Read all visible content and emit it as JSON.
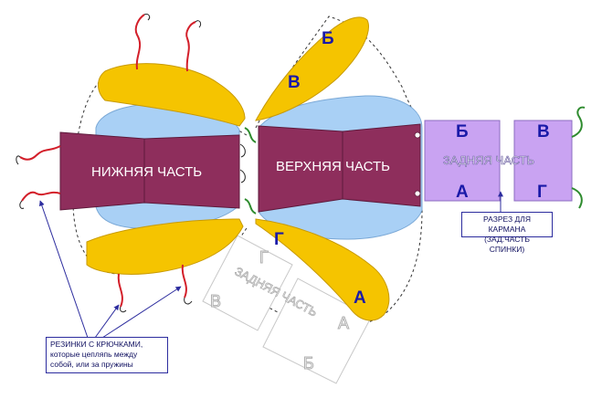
{
  "parts": {
    "lower_part": "НИЖНЯЯ ЧАСТЬ",
    "upper_part": "ВЕРХНЯЯ ЧАСТЬ",
    "back_part": "ЗАДНЯЯ ЧАСТЬ",
    "back_part_ghost": "ЗАДНЯЯ ЧАСТЬ"
  },
  "letters": {
    "wing_top_b": "Б",
    "wing_top_v": "В",
    "wing_bottom_g": "Г",
    "wing_bottom_a": "А",
    "back_left_top": "Б",
    "back_left_bottom": "А",
    "back_right_top": "В",
    "back_right_bottom": "Г",
    "ghost_g": "Г",
    "ghost_v": "В",
    "ghost_a": "А",
    "ghost_b": "Б"
  },
  "callouts": {
    "elastic": {
      "line1": "РЕЗИНКИ С КРЮЧКАМИ,",
      "line2": "которые цепляпь  между",
      "line3": "собой, или за пружины"
    },
    "slit": {
      "line1": "РАЗРЕЗ ДЛЯ КАРМАНА",
      "line2": "(ЗАД.ЧАСТЬ СПИНКИ)"
    }
  },
  "colors": {
    "burgundy": "#8e2e5c",
    "yellow": "#f5c400",
    "light_blue": "#a9d0f5",
    "lilac": "#c9a3f2",
    "elastic_red": "#d31f2a",
    "elastic_green": "#2e8b2e",
    "arrow_blue": "#2c2c9e"
  }
}
